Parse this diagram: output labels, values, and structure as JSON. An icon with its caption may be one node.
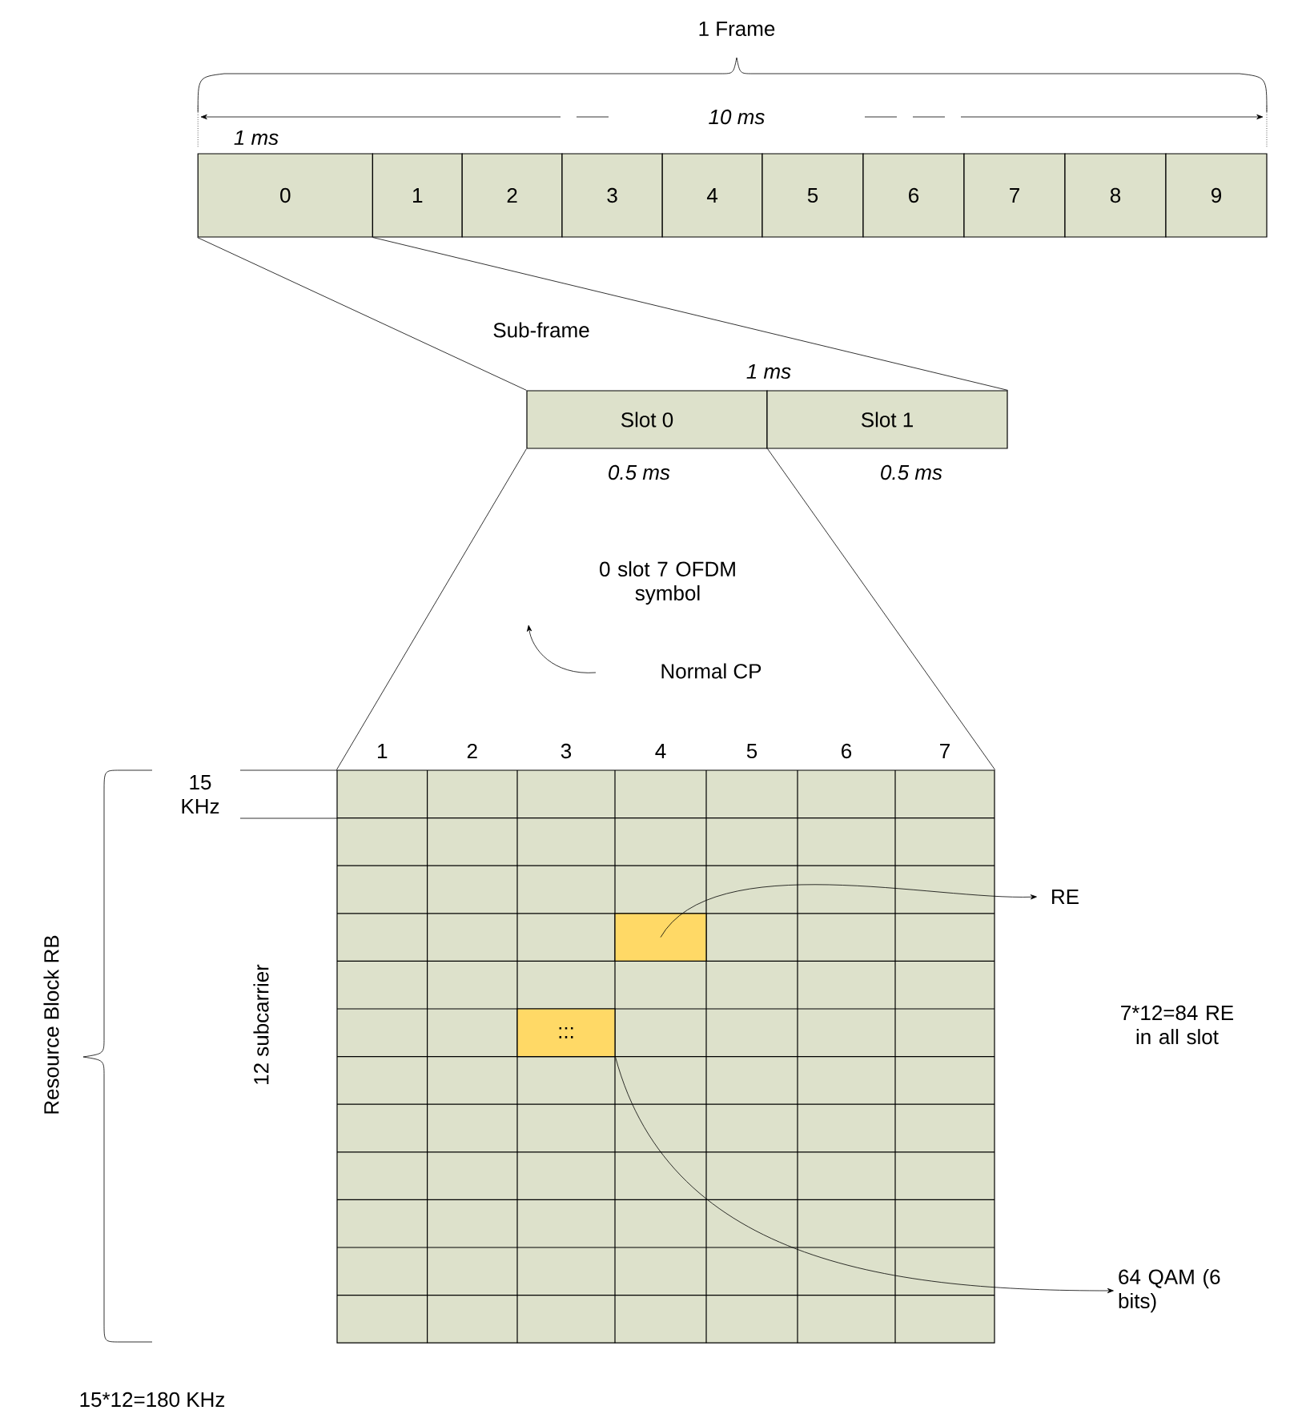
{
  "diagram": {
    "nodes": [
      {
        "text": [
          "0"
        ],
        "beside": [
          "1 ms"
        ]
      },
      {
        "text": [
          "1"
        ]
      },
      {
        "text": [
          "2"
        ]
      },
      {
        "text": [
          "3"
        ]
      },
      {
        "text": [
          "4"
        ]
      },
      {
        "text": [
          "5"
        ]
      },
      {
        "text": [
          "6"
        ]
      },
      {
        "text": [
          "7"
        ]
      },
      {
        "text": [
          "8"
        ]
      },
      {
        "text": [
          "9"
        ]
      },
      {
        "text": [
          "Slot 0"
        ],
        "beside": [
          "0.5 ms"
        ]
      },
      {
        "text": [
          "Slot 1"
        ],
        "beside": [
          "0.5 ms"
        ]
      },
      {
        "text": [],
        "shape": "box"
      },
      {
        "text": [],
        "shape": "box",
        "in": 12
      },
      {
        "text": [
          ":::"
        ],
        "in": 12
      },
      {
        "text": [
          "RE"
        ]
      },
      {
        "text": [
          "64 QAM (6 bits)"
        ]
      }
    ],
    "edges": [
      {
        "from": 0,
        "to": 10,
        "arrow": "none"
      },
      {
        "from": 0,
        "to": 11,
        "arrow": "none"
      },
      {
        "from": 10,
        "to": 12,
        "arrow": "none"
      },
      {
        "from": 10,
        "to": 12,
        "arrow": "none"
      },
      {
        "from": 13,
        "to": 15,
        "arrow": "to"
      },
      {
        "from": 14,
        "to": 16,
        "arrow": "to"
      }
    ],
    "labels": [
      "1 Frame",
      "10 ms",
      "Sub-frame",
      "1 ms",
      "0 slot 7 OFDM symbol",
      "Normal CP",
      "1",
      "2",
      "3",
      "4",
      "5",
      "6",
      "7",
      "15 KHz",
      "12 subcarrier",
      "Resource Block RB",
      "7*12=84 RE in all slot",
      "15*12=180 KHz"
    ]
  }
}
